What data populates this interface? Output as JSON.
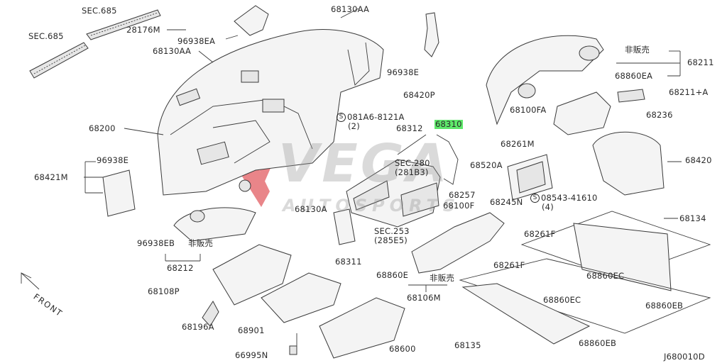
{
  "labels": {
    "sec685_top": "SEC.685",
    "sec685_left": "SEC.685",
    "p68130AA_top": "68130AA",
    "p28176M": "28176M",
    "p96938EA": "96938EA",
    "p68130AA_left": "68130AA",
    "p96938E_top": "96938E",
    "p68420P": "68420P",
    "p68211": "68211",
    "hihanbai_top": "非販売",
    "p68860EA": "68860EA",
    "p68211A": "68211+A",
    "p68100FA": "68100FA",
    "p68236": "68236",
    "p68200": "68200",
    "p081A6": "081A6-8121A",
    "qty2": "(2)",
    "p68312": "68312",
    "p68310": "68310",
    "p68261M": "68261M",
    "p68420": "68420",
    "p96938E_left": "96938E",
    "p68421M": "68421M",
    "sec280": "SEC.280",
    "sec280_sub": "(281B3)",
    "p68520A": "68520A",
    "p68257": "68257",
    "p68100F": "68100F",
    "p68245N": "68245N",
    "p08543": "08543-41610",
    "qty4": "(4)",
    "p68130A": "68130A",
    "p68134": "68134",
    "p68261F_right": "68261F",
    "sec253": "SEC.253",
    "sec253_sub": "(285E5)",
    "p96938EB": "96938EB",
    "hihanbai_left": "非販売",
    "p68212": "68212",
    "p68311": "68311",
    "p68860E": "68860E",
    "hihanbai_mid": "非販売",
    "p68860EC_right": "68860EC",
    "p68108P": "68108P",
    "p68261F_low": "68261F",
    "p68106M": "68106M",
    "p68860EB_right": "68860EB",
    "p68860EC_low": "68860EC",
    "p68196A": "68196A",
    "p68901": "68901",
    "p68600": "68600",
    "p68135": "68135",
    "p68860EB_low": "68860EB",
    "p66995N": "66995N",
    "front": "FRONT",
    "diagram_code": "J680010D",
    "screw_symbol": "S"
  },
  "watermark": {
    "main": "VEGA",
    "sub": "AUTOSPORTS"
  },
  "colors": {
    "highlight": "#5ee86a",
    "watermark_red": "#d8232a",
    "line": "#3a3a3a"
  }
}
